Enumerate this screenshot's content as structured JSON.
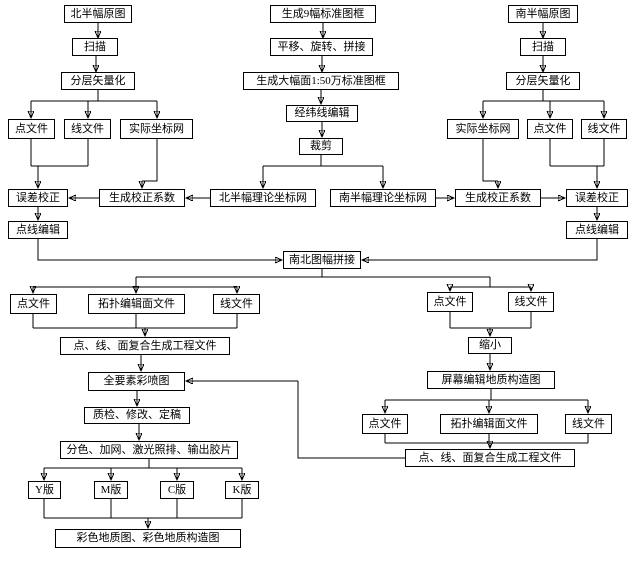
{
  "diagram": {
    "nodes": {
      "north_original": "北半幅原图",
      "scan_left": "扫描",
      "vectorize_left": "分层矢量化",
      "point_file_l1": "点文件",
      "line_file_l1": "线文件",
      "actual_grid_left": "实际坐标网",
      "frame9": "生成9幅标准图框",
      "transform": "平移、旋转、拼接",
      "big_frame": "生成大幅面1:50万标准图框",
      "latlong_edit": "经纬线编辑",
      "crop": "裁剪",
      "south_original": "南半幅原图",
      "scan_right": "扫描",
      "vectorize_right": "分层矢量化",
      "actual_grid_right": "实际坐标网",
      "point_file_r1": "点文件",
      "line_file_r1": "线文件",
      "error_correct_left": "误差校正",
      "gen_coeff_left": "生成校正系数",
      "north_theory_grid": "北半幅理论坐标网",
      "south_theory_grid": "南半幅理论坐标网",
      "gen_coeff_right": "生成校正系数",
      "error_correct_right": "误差校正",
      "ptline_edit_left": "点线编辑",
      "ptline_edit_right": "点线编辑",
      "merge": "南北图幅拼接",
      "point_file_l2": "点文件",
      "topo_face_left": "拓扑编辑面文件",
      "line_file_l2": "线文件",
      "composite_left": "点、线、面复合生成工程文件",
      "color_print": "全要素彩喷图",
      "qc": "质检、修改、定稿",
      "separation": "分色、加网、激光照排、输出胶片",
      "plate_y": "Y版",
      "plate_m": "M版",
      "plate_c": "C版",
      "plate_k": "K版",
      "final_maps": "彩色地质图、彩色地质构造图",
      "point_file_r2": "点文件",
      "line_file_r2": "线文件",
      "shrink": "缩小",
      "screen_edit": "屏幕编辑地质构造图",
      "point_file_r3": "点文件",
      "topo_face_right": "拓扑编辑面文件",
      "line_file_r3": "线文件",
      "composite_right": "点、线、面复合生成工程文件"
    }
  }
}
